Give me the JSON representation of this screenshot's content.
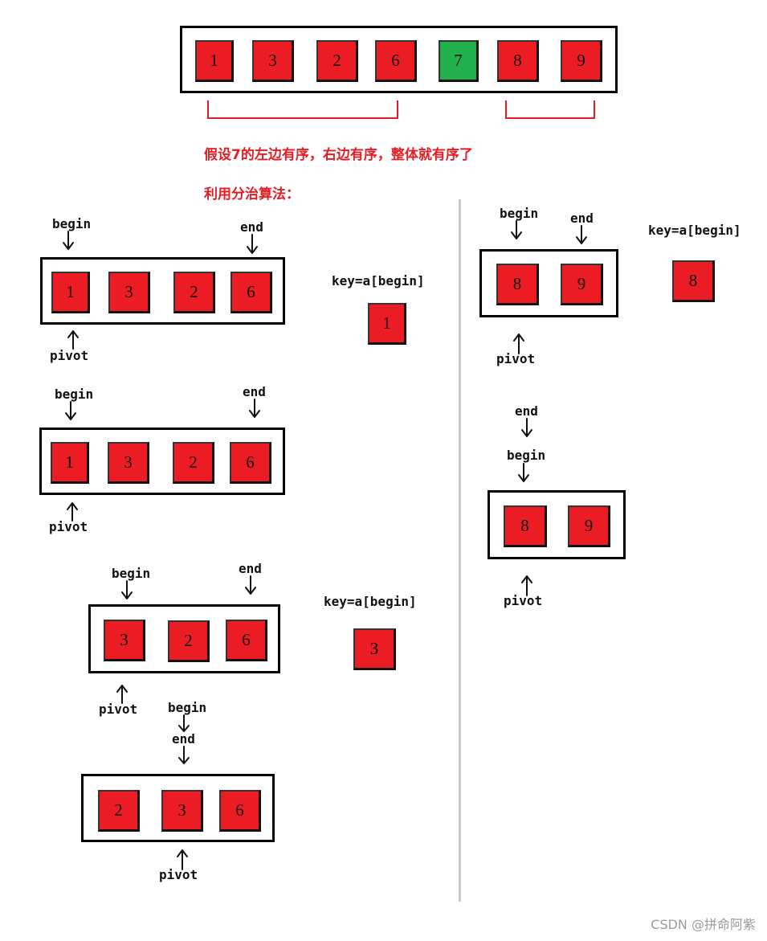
{
  "colors": {
    "cell_red": "#ec1c24",
    "cell_green": "#22b14c",
    "note_red": "#e51c23",
    "bracket_red": "#e51c23"
  },
  "top": {
    "values": [
      "1",
      "3",
      "2",
      "6",
      "7",
      "8",
      "9"
    ]
  },
  "notes": {
    "line1": "假设7的左边有序，右边有序，整体就有序了",
    "line2": "利用分治算法："
  },
  "labels": {
    "begin": "begin",
    "end": "end",
    "pivot": "pivot",
    "key": "key=a[begin]"
  },
  "left": {
    "step1": {
      "values": [
        "1",
        "3",
        "2",
        "6"
      ],
      "key": "1"
    },
    "step2": {
      "values": [
        "1",
        "3",
        "2",
        "6"
      ]
    },
    "step3": {
      "values": [
        "3",
        "2",
        "6"
      ],
      "key": "3"
    },
    "step4": {
      "values": [
        "2",
        "3",
        "6"
      ]
    }
  },
  "right": {
    "step1": {
      "values": [
        "8",
        "9"
      ],
      "key": "8"
    },
    "step2": {
      "values": [
        "8",
        "9"
      ]
    }
  },
  "watermark": "CSDN @拼命阿紫"
}
